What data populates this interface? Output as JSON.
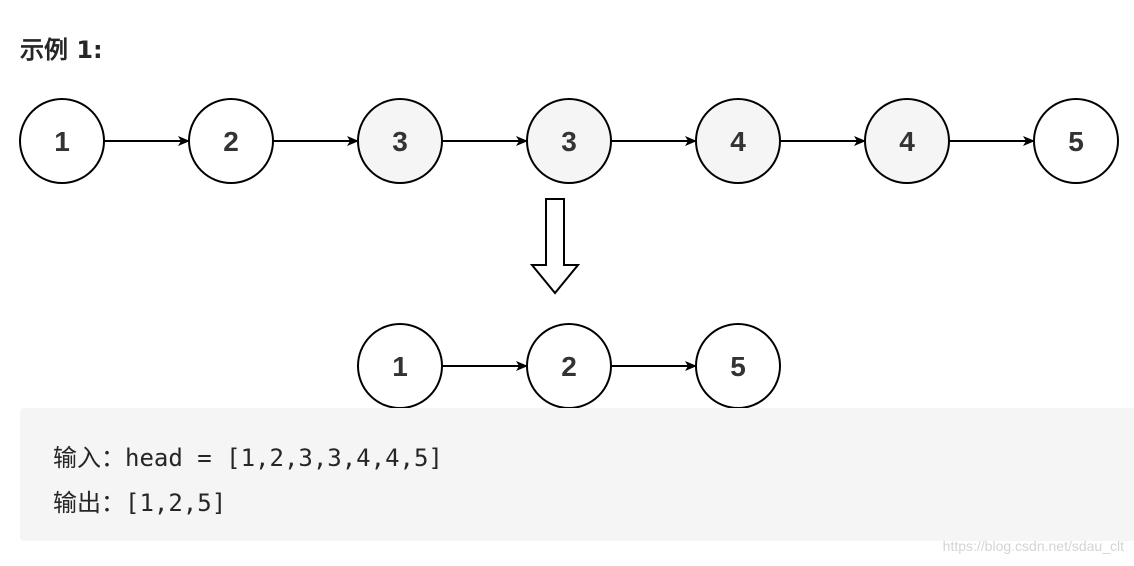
{
  "heading": "示例 1:",
  "input_list": {
    "nodes": [
      "1",
      "2",
      "3",
      "3",
      "4",
      "4",
      "5"
    ],
    "duplicate_flags": [
      false,
      false,
      true,
      true,
      true,
      true,
      false
    ]
  },
  "output_list": {
    "nodes": [
      "1",
      "2",
      "5"
    ]
  },
  "colors": {
    "normal_node_fill": "#ffffff",
    "duplicate_node_fill": "#f5f5f5",
    "stroke": "#000000",
    "code_background": "#f5f5f5"
  },
  "code": {
    "line1": "输入：head = [1,2,3,3,4,4,5]",
    "line2": "输出：[1,2,5]"
  },
  "watermark": "https://blog.csdn.net/sdau_clt"
}
